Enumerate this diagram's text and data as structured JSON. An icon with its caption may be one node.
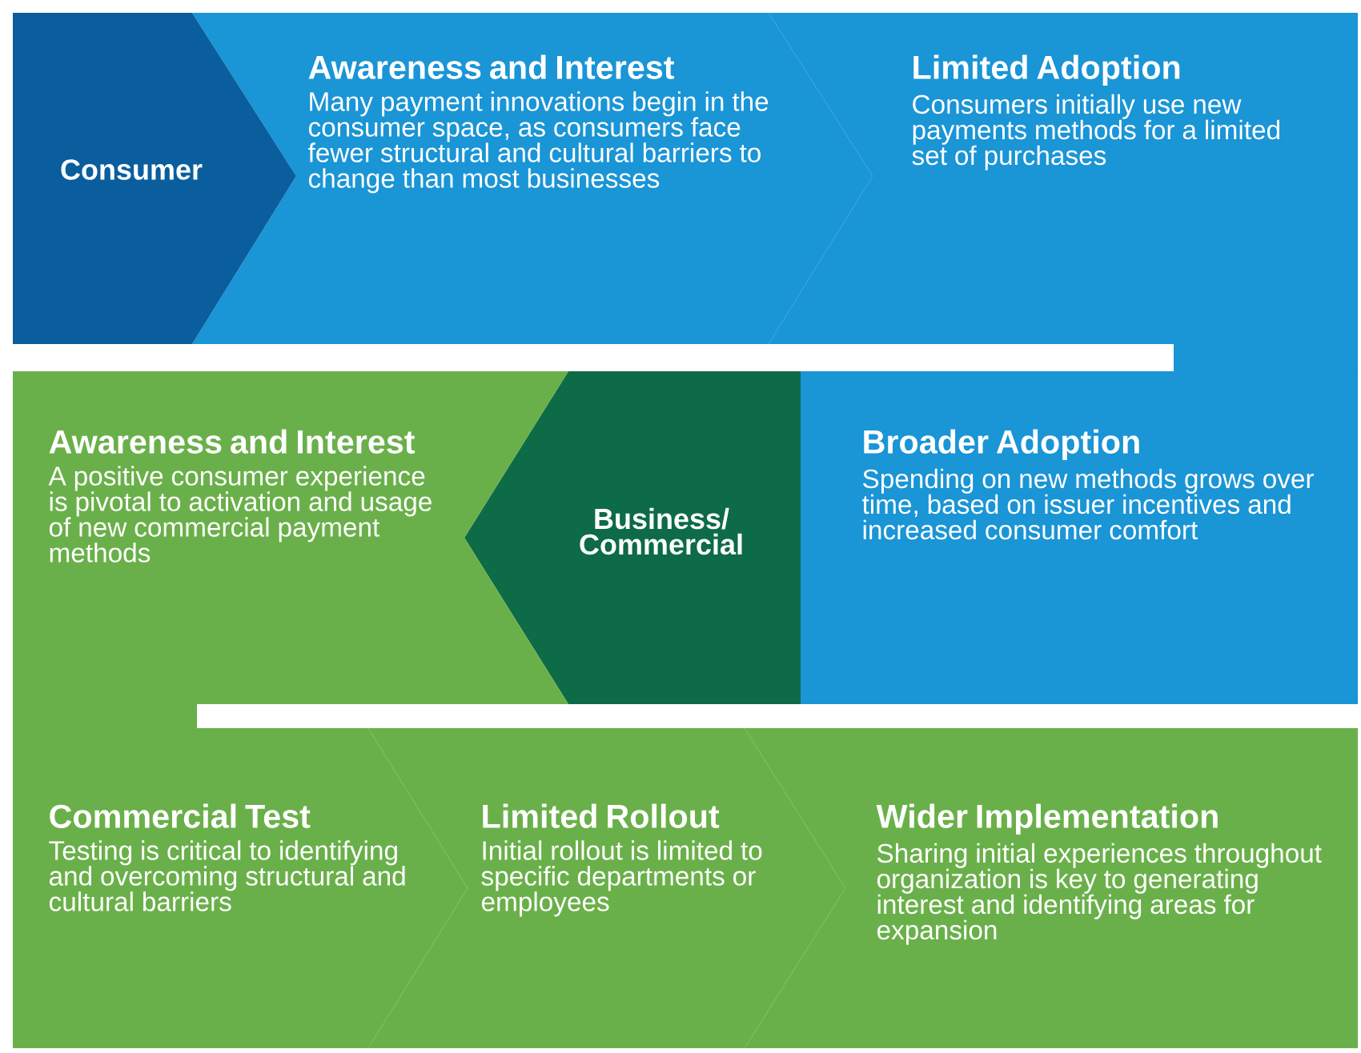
{
  "diagram": {
    "nodes": [
      {
        "text": [
          "Consumer"
        ]
      },
      {
        "text": [
          "Awareness and Interest",
          "Many payment innovations begin in the consumer space, as consumers face fewer structural and cultural barriers to change than most businesses"
        ]
      },
      {
        "text": [
          "Limited Adoption",
          "Consumers initially use new payments methods for a limited set of purchases"
        ]
      },
      {
        "text": [
          "Broader Adoption",
          "Spending on new methods grows over time, based on issuer incentives and increased consumer comfort"
        ]
      },
      {
        "text": [
          "Business/ Commercial"
        ]
      },
      {
        "text": [
          "Awareness and Interest",
          "A positive consumer experience is pivotal to activation and usage of new commercial payment methods"
        ]
      },
      {
        "text": [
          "Commercial Test",
          "Testing is critical to identifying and overcoming structural and cultural barriers"
        ]
      },
      {
        "text": [
          "Limited Rollout",
          "Initial rollout is limited to specific departments or employees"
        ]
      },
      {
        "text": [
          "Wider Implementation",
          "Sharing initial experiences throughout organization is key to generating interest and identifying areas for expansion"
        ]
      }
    ]
  }
}
